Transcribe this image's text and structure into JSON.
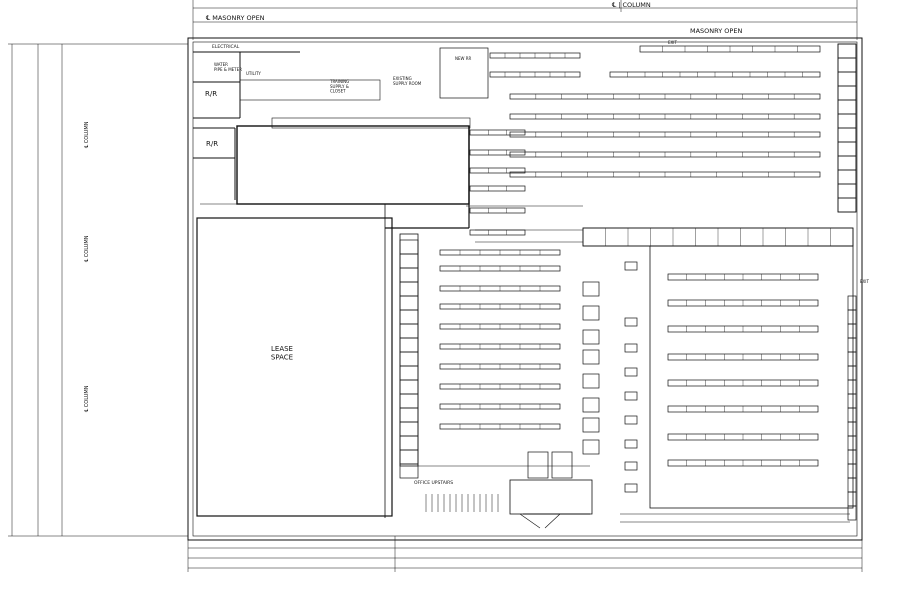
{
  "labels": {
    "column_top": "℄ | COLUMN",
    "masonry_open_left": "℄  MASONRY OPEN",
    "masonry_open_right": "MASONRY OPEN",
    "electrical": "ELECTRICAL",
    "water_pipe": "WATER\nPIPE & METER",
    "utility": "UTILITY",
    "training_supply": "TRAINING\nSUPPLY &\nCLOSET",
    "existing_supply": "EXISTING\nSUPPLY ROOM",
    "new_rr": "NEW RR",
    "rr_upper": "R/R",
    "rr_lower": "R/R",
    "lease_space": "LEASE\nSPACE",
    "office_upstairs": "OFFICE UPSTAIRS",
    "column_left_1": "℄ COLUMN",
    "column_left_2": "℄ COLUMN",
    "column_left_3": "℄ COLUMN",
    "exit_left": "EXIT",
    "exit_right": "EXIT"
  },
  "colors": {
    "line": "#111111",
    "background": "#ffffff"
  }
}
